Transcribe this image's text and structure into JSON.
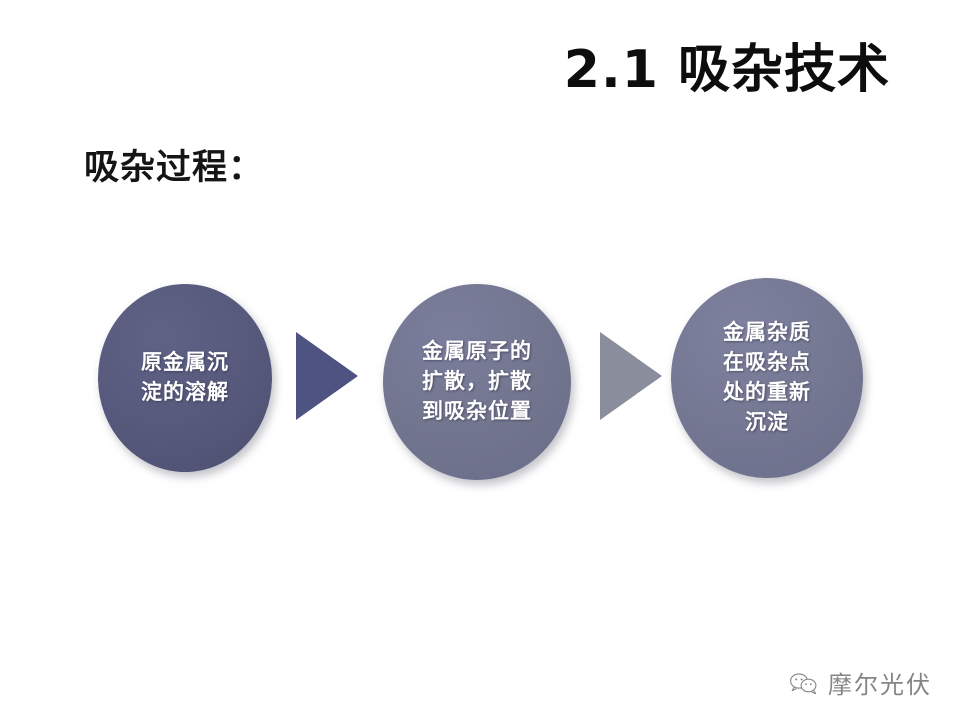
{
  "slide": {
    "title": "2.1 吸杂技术",
    "subtitle": "吸杂过程：",
    "background_color": "#ffffff",
    "title_color": "#0d0d0d"
  },
  "process": {
    "steps": [
      {
        "id": "step-1",
        "text": "原金属沉\n淀的溶解",
        "color": "#575a7c"
      },
      {
        "id": "step-2",
        "text": "金属原子的\n扩散，扩散\n到吸杂位置",
        "color": "#73768f"
      },
      {
        "id": "step-3",
        "text": "金属杂质\n在吸杂点\n处的重新\n沉淀",
        "color": "#757893"
      }
    ],
    "arrows": [
      {
        "id": "arrow-1",
        "icon": "triangle-right-icon",
        "color": "#4f5382"
      },
      {
        "id": "arrow-2",
        "icon": "triangle-right-icon",
        "color": "#8a8d9c"
      }
    ]
  },
  "watermark": {
    "icon": "wechat-icon",
    "label": "摩尔光伏"
  }
}
